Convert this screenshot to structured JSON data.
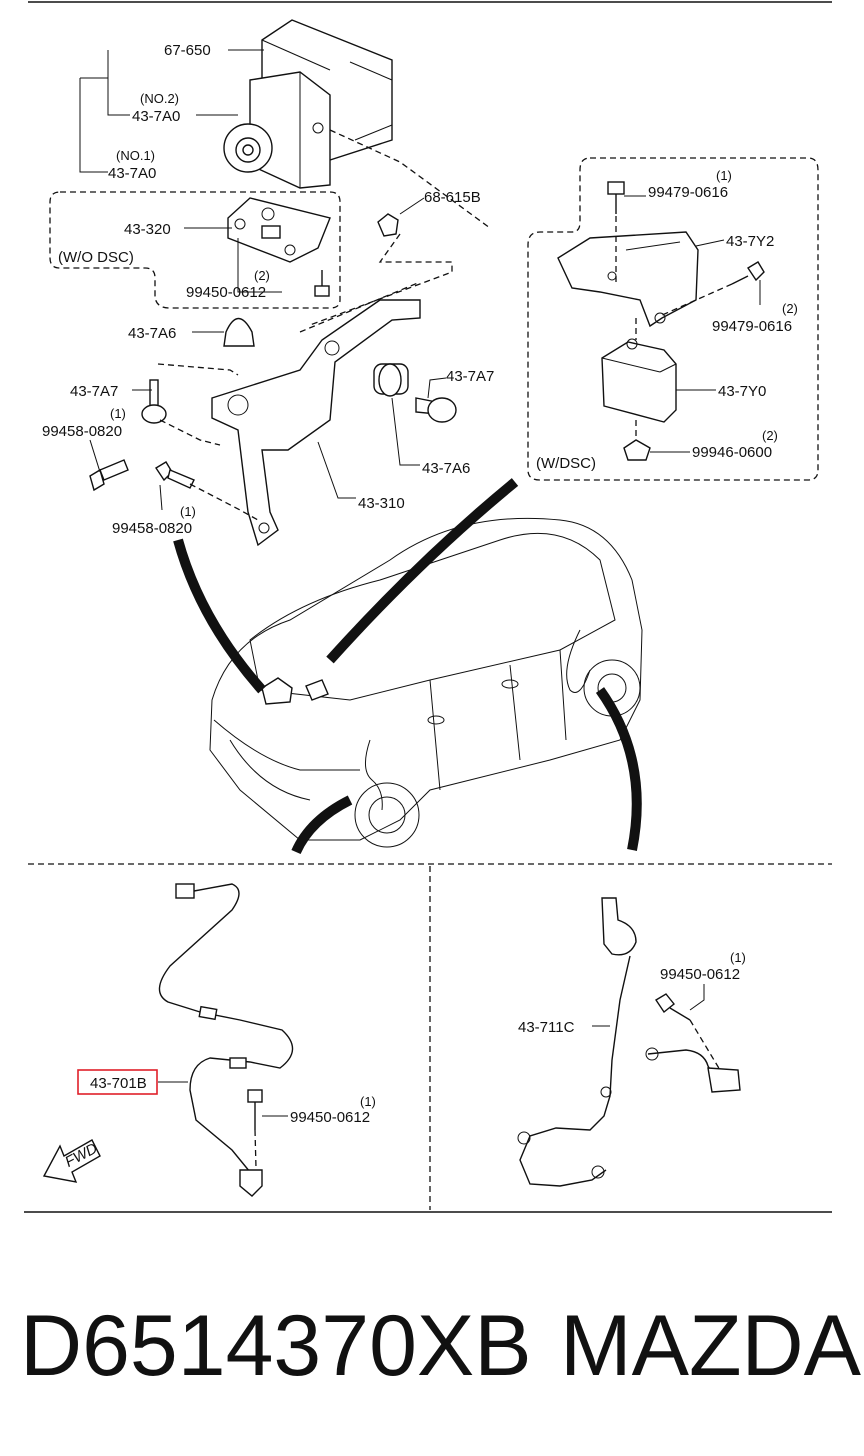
{
  "labels": {
    "module_6765": "67-650",
    "no2": "(NO.2)",
    "hu_7a0_2": "43-7A0",
    "no1": "(NO.1)",
    "hu_7a0_1": "43-7A0",
    "bracket_320": "43-320",
    "wo_dsc": "(W/O DSC)",
    "qty_2a": "(2)",
    "bolt_99450_a": "99450-0612",
    "nut_68615": "68-615B",
    "cap_7a6": "43-7A6",
    "pin_7a7_left": "43-7A7",
    "qty_1a": "(1)",
    "bolt_99458_a": "99458-0820",
    "pin_7a7_right": "43-7A7",
    "grommet_7a6": "43-7A6",
    "bracket_310": "43-310",
    "qty_1b": "(1)",
    "bolt_99458_b": "99458-0820",
    "qty_1c": "(1)",
    "bolt_99479_a": "99479-0616",
    "bracket_7y2": "43-7Y2",
    "qty_2b": "(2)",
    "bolt_99479_b": "99479-0616",
    "sensor_7y0": "43-7Y0",
    "w_dsc": "(W/DSC)",
    "qty_2c": "(2)",
    "nut_99946": "99946-0600",
    "sensor_front": "43-701B",
    "qty_1d": "(1)",
    "bolt_99450_b": "99450-0612",
    "qty_1e": "(1)",
    "bolt_99450_c": "99450-0612",
    "sensor_rear": "43-711C",
    "fwd": "FWD"
  },
  "highlight_color": "#e0202a",
  "footer": {
    "part_number": "D6514370XB",
    "brand": "MAZDA"
  }
}
